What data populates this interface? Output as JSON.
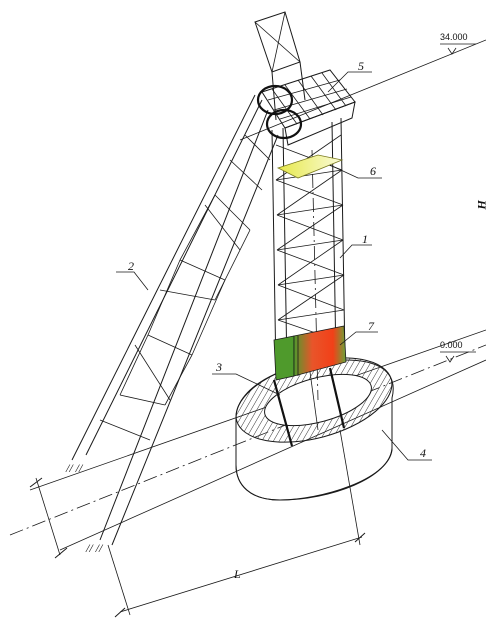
{
  "levels": {
    "top": "34.000",
    "ground": "0.000"
  },
  "labels": {
    "n1": "1",
    "n2": "2",
    "n3": "3",
    "n4": "4",
    "n5": "5",
    "n6": "6",
    "n7": "7",
    "dim_l": "L",
    "side_h": "H",
    "tick_a": "// //",
    "tick_b": "// //"
  },
  "colors": {
    "platform": "#f0ef7a",
    "block_left": "#4f9a2c",
    "block_right": "#f24018",
    "hatch": "#333333"
  }
}
